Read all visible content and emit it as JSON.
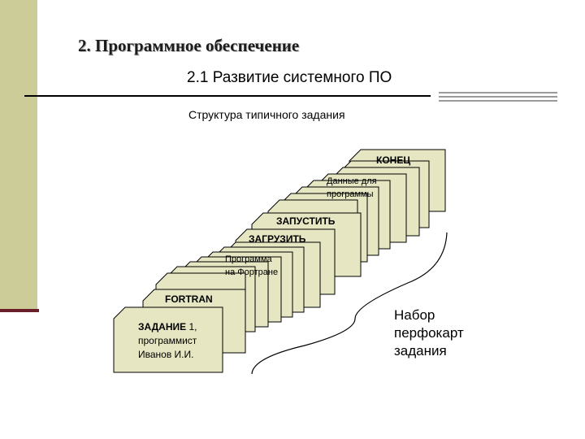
{
  "header": {
    "title": "2. Программное обеспечение",
    "subtitle": "2.1 Развитие системного ПО"
  },
  "diagram": {
    "caption": "Структура типичного задания",
    "cards": {
      "end": "КОНЕЦ",
      "data_line1": "Данные для",
      "data_line2": "программы",
      "run": "ЗАПУСТИТЬ",
      "load": "ЗАГРУЗИТЬ",
      "program_line1": "Программа",
      "program_line2": "на Фортране",
      "fortran": "FORTRAN",
      "job_bold": "ЗАДАНИЕ",
      "job_rest": " 1,",
      "job_line2": "программист",
      "job_line3": "Иванов И.И."
    },
    "brace_label": {
      "line1": "Набор",
      "line2": "перфокарт",
      "line3": "задания"
    }
  },
  "colors": {
    "card_fill": "#e6e6c3",
    "left_bar": "#cccc99",
    "accent_line": "#6b1f2a"
  }
}
